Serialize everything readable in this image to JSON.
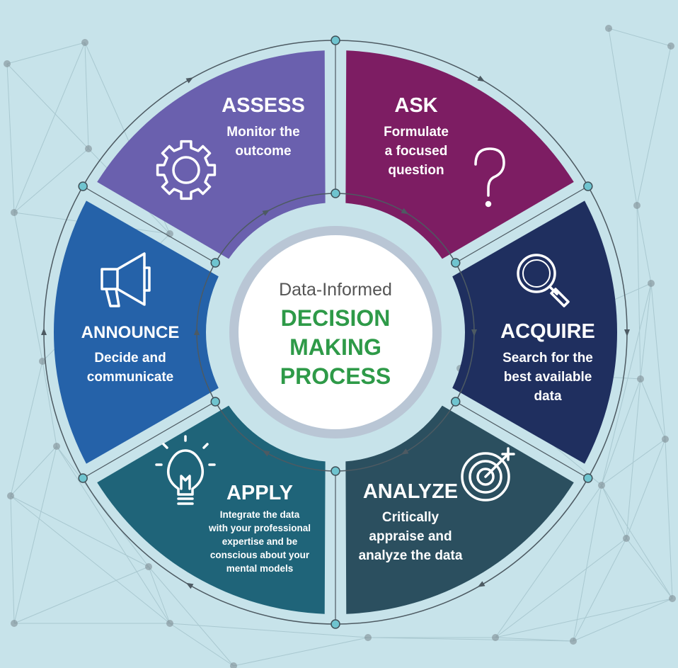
{
  "center": {
    "line1": "Data-Informed",
    "line2": "DECISION",
    "line3": "MAKING",
    "line4": "PROCESS"
  },
  "colors": {
    "background": "#c7e3ea",
    "accent_green": "#2e9a48",
    "node": "#6fc4cf"
  },
  "steps": [
    {
      "title": "ASK",
      "lines": [
        "Formulate",
        "a focused",
        "question"
      ],
      "icon": "question-mark-icon",
      "color": "#7d1d63"
    },
    {
      "title": "ACQUIRE",
      "lines": [
        "Search for the",
        "best available",
        "data"
      ],
      "icon": "magnifier-icon",
      "color": "#1f2f5f"
    },
    {
      "title": "ANALYZE",
      "lines": [
        "Critically",
        "appraise and",
        "analyze the data"
      ],
      "icon": "target-icon",
      "color": "#2b4f5f"
    },
    {
      "title": "APPLY",
      "lines": [
        "Integrate the data",
        "with your professional",
        "expertise and be",
        "conscious about your",
        "mental models"
      ],
      "icon": "lightbulb-icon",
      "color": "#1f6479"
    },
    {
      "title": "ANNOUNCE",
      "lines": [
        "Decide and",
        "communicate"
      ],
      "icon": "megaphone-icon",
      "color": "#2562a9"
    },
    {
      "title": "ASSESS",
      "lines": [
        "Monitor the",
        "outcome"
      ],
      "icon": "gear-icon",
      "color": "#6a60ae"
    }
  ]
}
